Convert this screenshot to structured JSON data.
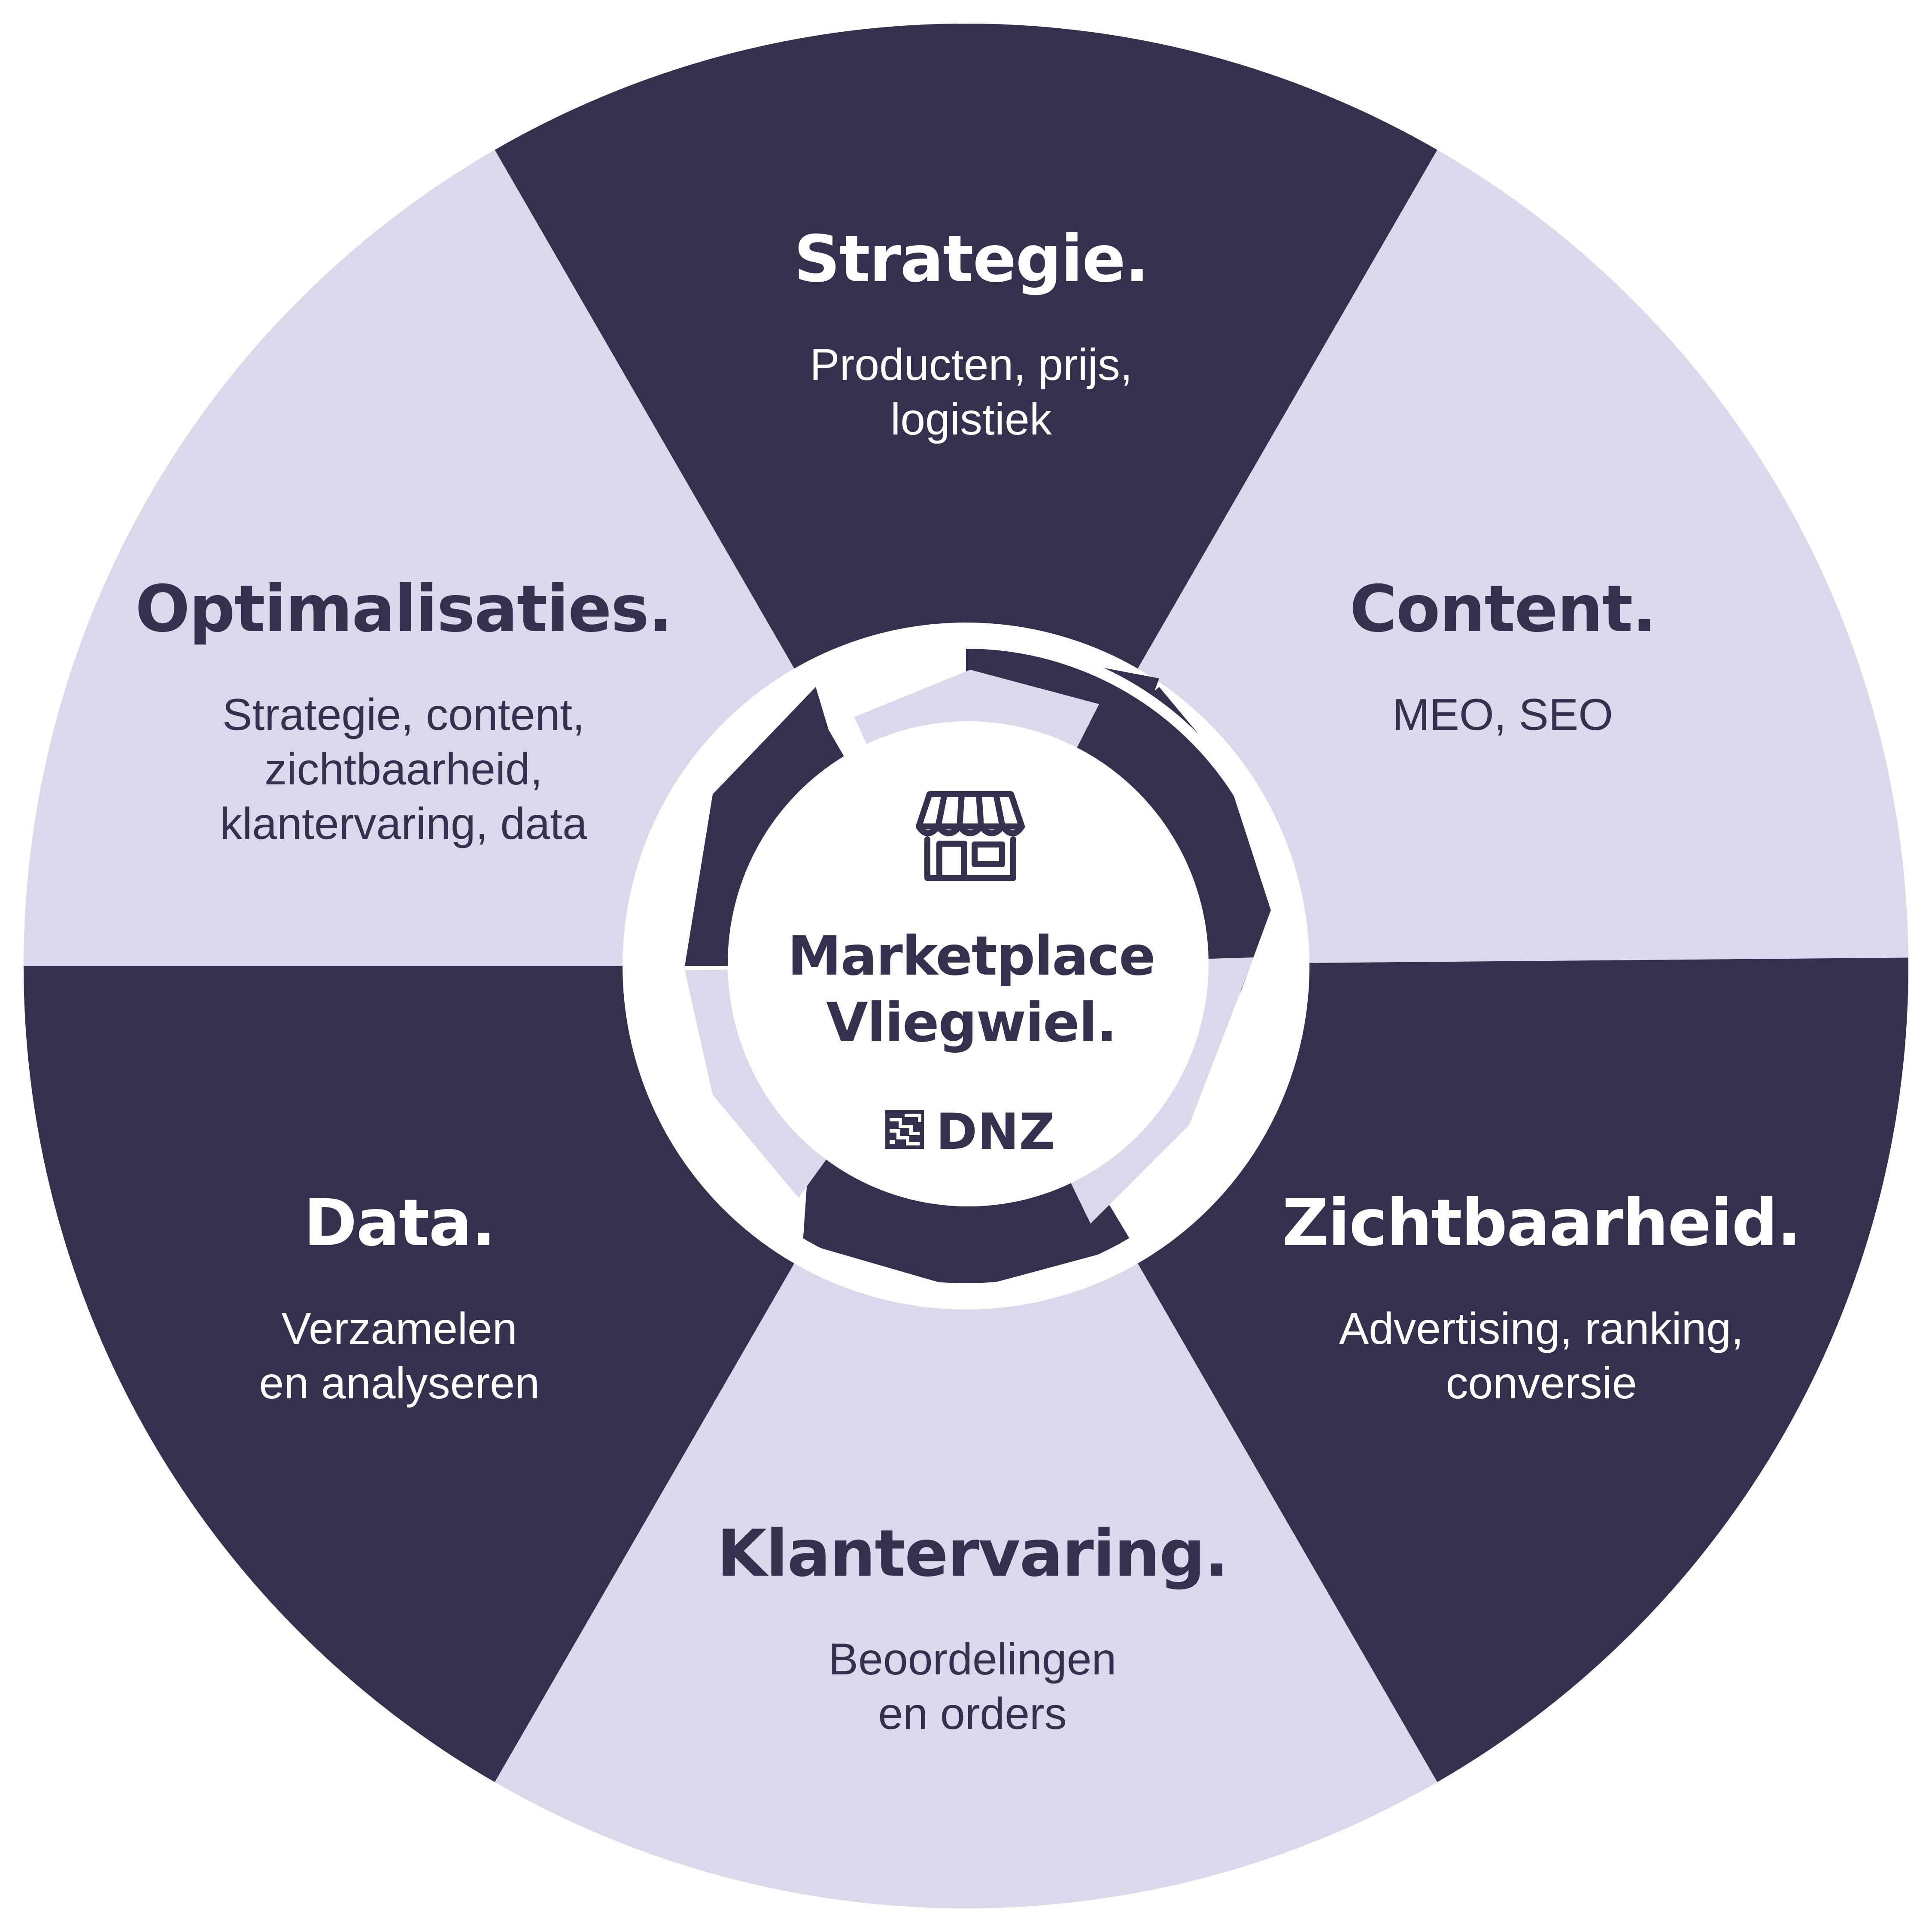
{
  "colors": {
    "dark": "#34304d",
    "light": "#dad8ea",
    "white": "#ffffff"
  },
  "segments": [
    {
      "id": "strategie",
      "title": "Strategie.",
      "lines": [
        "Producten, prijs,",
        "logistiek"
      ],
      "tone": "dark"
    },
    {
      "id": "content",
      "title": "Content.",
      "lines": [
        "MEO, SEO"
      ],
      "tone": "light"
    },
    {
      "id": "zichtbaarheid",
      "title": "Zichtbaarheid.",
      "lines": [
        "Advertising, ranking,",
        "conversie"
      ],
      "tone": "dark"
    },
    {
      "id": "klantervaring",
      "title": "Klantervaring.",
      "lines": [
        "Beoordelingen",
        "en orders"
      ],
      "tone": "light"
    },
    {
      "id": "data",
      "title": "Data.",
      "lines": [
        "Verzamelen",
        "en analyseren"
      ],
      "tone": "dark"
    },
    {
      "id": "optimalisaties",
      "title": "Optimalisaties.",
      "lines": [
        "Strategie, content,",
        "zichtbaarheid,",
        "klantervaring, data"
      ],
      "tone": "light"
    }
  ],
  "center": {
    "title_line1": "Marketplace",
    "title_line2": "Vliegwiel.",
    "icon": "storefront-icon",
    "logo_text": "DNZ",
    "logo_icon": "dnz-logo-icon"
  }
}
